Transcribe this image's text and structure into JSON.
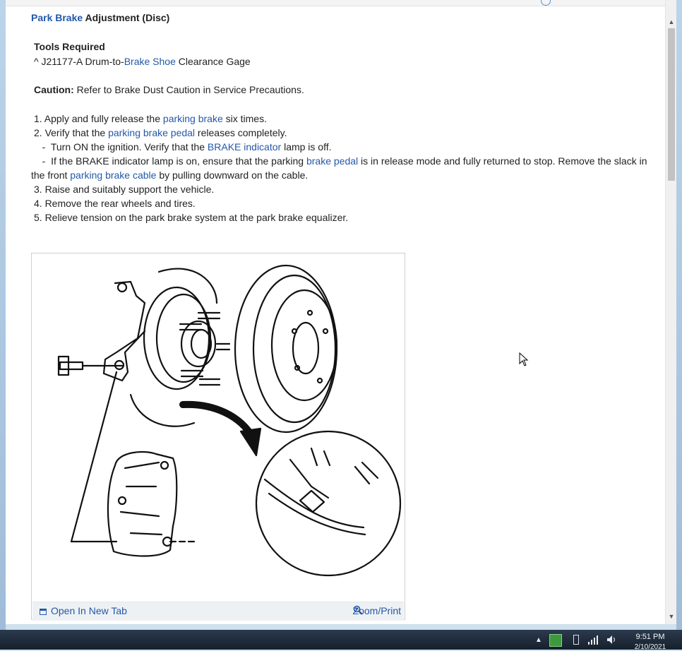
{
  "doc": {
    "title_link": "Park Brake",
    "title_rest": " Adjustment (Disc)",
    "tools_heading": "Tools Required",
    "tool_prefix": "^  J21177-A Drum-to-",
    "tool_link": "Brake Shoe",
    "tool_suffix": " Clearance Gage",
    "caution_label": "Caution:",
    "caution_text": " Refer to Brake Dust Caution in Service Precautions.",
    "step1_pre": "1. Apply and fully release the ",
    "step1_link": "parking brake",
    "step1_post": " six times.",
    "step2_pre": "2. Verify that the ",
    "step2_link": "parking brake pedal",
    "step2_post": " releases completely.",
    "sub1_pre": "   -  Turn ON the ignition. Verify that the ",
    "sub1_link": "BRAKE indicator",
    "sub1_post": " lamp is off.",
    "sub2_pre": "   -  If the BRAKE indicator lamp is on, ensure that the parking ",
    "sub2_link": "brake pedal",
    "sub2_post": " is in release mode and fully returned to stop. Remove the slack in",
    "sub2b_pre": "the front ",
    "sub2b_link": "parking brake cable",
    "sub2b_post": " by pulling downward on the cable.",
    "step3": "3. Raise and suitably support the vehicle.",
    "step4": "4. Remove the rear wheels and tires.",
    "step5": "5. Relieve tension on the park brake system at the park brake equalizer."
  },
  "figure": {
    "open_tab_label": "Open In New Tab",
    "zoom_print_label": "Zoom/Print"
  },
  "taskbar": {
    "time": "9:51 PM",
    "date": "2/10/2021"
  },
  "colors": {
    "link": "#2458a8",
    "taskbar": "#1e2a38"
  }
}
